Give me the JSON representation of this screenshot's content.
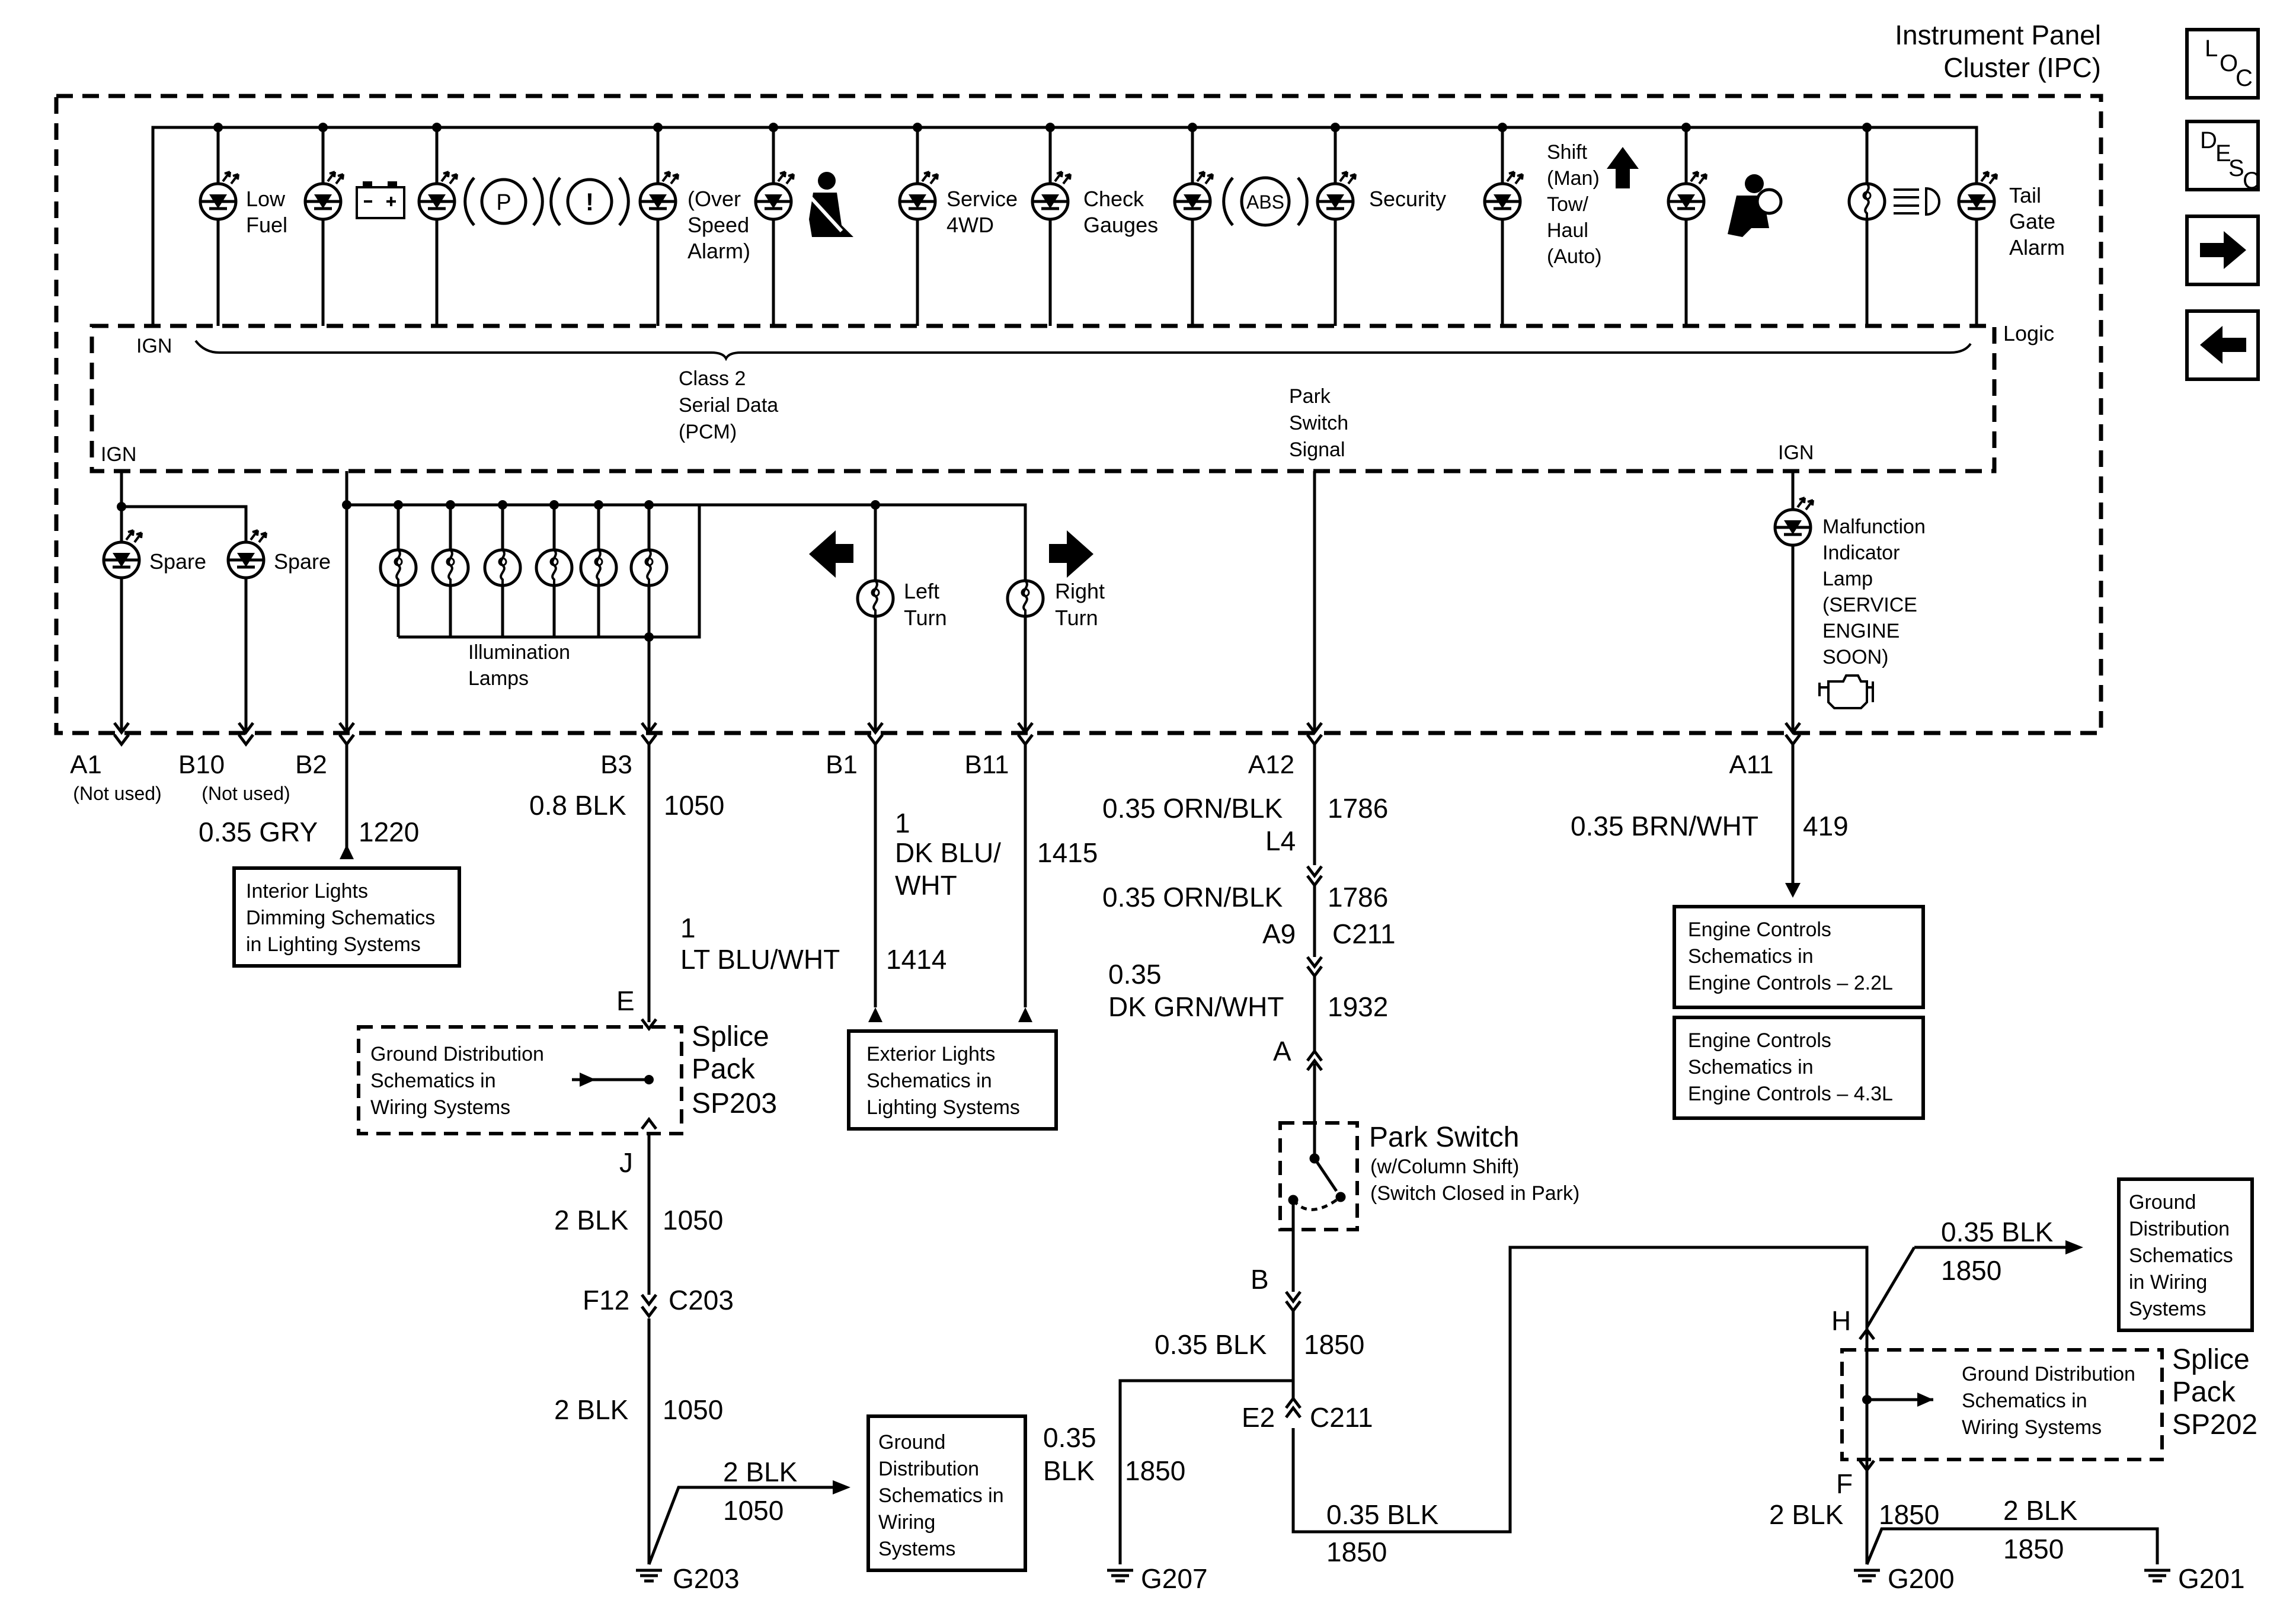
{
  "ipc": {
    "title_line1": "Instrument Panel",
    "title_line2": "Cluster (IPC)"
  },
  "nav": {
    "loc_l": "L",
    "loc_o": "O",
    "loc_c": "C",
    "desc_d": "D",
    "desc_e": "E",
    "desc_s": "S",
    "desc_c": "C"
  },
  "logic": {
    "ign_top": "IGN",
    "ign_left": "IGN",
    "ign_right": "IGN",
    "logic_label": "Logic",
    "class2": [
      "Class 2",
      "Serial Data",
      "(PCM)"
    ],
    "park_signal": [
      "Park",
      "Switch",
      "Signal"
    ]
  },
  "indicators": {
    "low_fuel": [
      "Low",
      "Fuel"
    ],
    "over_speed": [
      "(Over",
      "Speed",
      "Alarm)"
    ],
    "service_4wd": [
      "Service",
      "4WD"
    ],
    "check_gauges": [
      "Check",
      "Gauges"
    ],
    "abs": "ABS",
    "park_symbol": "P",
    "brake_symbol": "!",
    "security": "Security",
    "shift": [
      "Shift",
      "(Man)",
      "Tow/",
      "Haul",
      "(Auto)"
    ],
    "tail_gate": [
      "Tail",
      "Gate",
      "Alarm"
    ],
    "spare": "Spare",
    "illumination": [
      "Illumination",
      "Lamps"
    ],
    "left_turn": [
      "Left",
      "Turn"
    ],
    "right_turn": [
      "Right",
      "Turn"
    ],
    "mil": [
      "Malfunction",
      "Indicator",
      "Lamp",
      "(SERVICE",
      "ENGINE",
      "SOON)"
    ]
  },
  "pins": {
    "a1": "A1",
    "a1_note": "(Not used)",
    "b10": "B10",
    "b10_note": "(Not used)",
    "b2": "B2",
    "b3": "B3",
    "b1": "B1",
    "b11": "B11",
    "a12": "A12",
    "a11": "A11"
  },
  "wires": {
    "b2_wire": "0.35 GRY",
    "b2_circuit": "1220",
    "b3_wire": "0.8 BLK",
    "b3_circuit": "1050",
    "b1_wire": [
      "1",
      "LT BLU/WHT"
    ],
    "b1_circuit": "1414",
    "b11_wire": [
      "1",
      "DK BLU/",
      "WHT"
    ],
    "b11_circuit": "1415",
    "a12_wire": "0.35 ORN/BLK",
    "a12_circuit": "1786",
    "l4": "L4",
    "l4_wire": "0.35 ORN/BLK",
    "l4_circuit": "1786",
    "a9": "A9",
    "c211": "C211",
    "a9_wire": [
      "0.35",
      "DK GRN/WHT"
    ],
    "a9_circuit": "1932",
    "conn_a": "A",
    "conn_b": "B",
    "b_wire": "0.35 BLK",
    "b_circuit": "1850",
    "e2": "E2",
    "c211_b": "C211",
    "g207_wire": [
      "0.35",
      "BLK"
    ],
    "g207_circuit": "1850",
    "bottom_wire": "0.35 BLK",
    "bottom_circuit": "1850",
    "a11_wire": "0.35 BRN/WHT",
    "a11_circuit": "419",
    "j_wire": "2 BLK",
    "j_circuit": "1050",
    "f12": "F12",
    "c203": "C203",
    "f12_wire": "2 BLK",
    "f12_circuit": "1050",
    "g203_wire": "2 BLK",
    "g203_circuit": "1050",
    "h_wire": "0.35 BLK",
    "h_circuit": "1850",
    "f_wire": "2 BLK",
    "f_circuit": "1850",
    "g201_wire": "2 BLK",
    "g201_circuit": "1850"
  },
  "splices": {
    "sp203": [
      "Splice",
      "Pack",
      "SP203"
    ],
    "sp203_e": "E",
    "sp203_j": "J",
    "sp202": [
      "Splice",
      "Pack",
      "SP202"
    ],
    "sp202_h": "H",
    "sp202_f": "F"
  },
  "park_switch": {
    "title": "Park Switch",
    "note1": "(w/Column Shift)",
    "note2": "(Switch Closed in Park)"
  },
  "grounds": {
    "g203": "G203",
    "g207": "G207",
    "g200": "G200",
    "g201": "G201"
  },
  "refs": {
    "interior": [
      "Interior Lights",
      "Dimming Schematics",
      "in Lighting Systems"
    ],
    "ground_sp203": [
      "Ground Distribution",
      "Schematics in",
      "Wiring Systems"
    ],
    "exterior": [
      "Exterior Lights",
      "Schematics in",
      "Lighting Systems"
    ],
    "ground_g203": [
      "Ground",
      "Distribution",
      "Schematics in",
      "Wiring",
      "Systems"
    ],
    "engine22": [
      "Engine Controls",
      "Schematics in",
      "Engine Controls – 2.2L"
    ],
    "engine43": [
      "Engine Controls",
      "Schematics in",
      "Engine Controls – 4.3L"
    ],
    "ground_h": [
      "Ground",
      "Distribution",
      "Schematics",
      "in Wiring",
      "Systems"
    ],
    "ground_sp202": [
      "Ground Distribution",
      "Schematics in",
      "Wiring Systems"
    ]
  }
}
